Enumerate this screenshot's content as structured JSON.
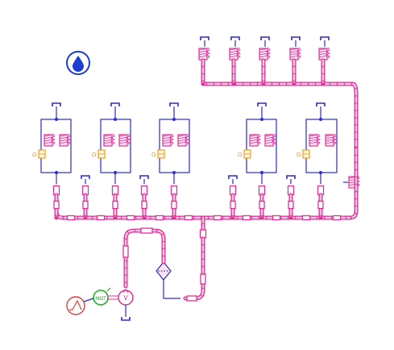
{
  "canvas": {
    "background": "#ffffff"
  },
  "colors": {
    "pipe": "#e0309a",
    "pipe_fill": "#f8c8e0",
    "line": "#2a2ad0",
    "motor": "#20b020",
    "source": "#e04040",
    "choke": "#f0a020",
    "icon": "#1a3fd0"
  },
  "icons": {
    "fluid": "water-drop-icon",
    "power_source": "ramp-signal-icon",
    "motor": "motor-icon",
    "pump": "variable-pump-icon",
    "tank": "tank-icon",
    "filter": "filter-icon",
    "choke": "choke-valve-icon",
    "relief_valve": "relief-valve-icon"
  },
  "labels": {
    "motor": "MΩT",
    "pump": "V",
    "choke": "Ω"
  },
  "counts": {
    "top_branches": 5,
    "actuator_groups": 5,
    "chokes": 5
  }
}
